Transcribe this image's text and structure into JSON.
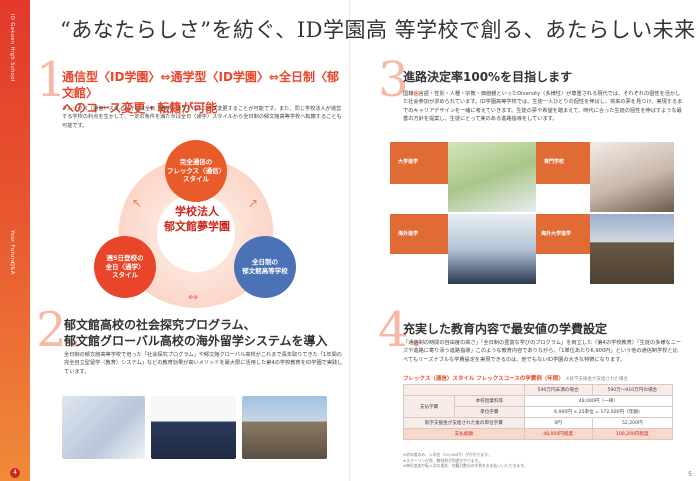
{
  "headline": "“あなたらしさ”を紡ぐ、ID学園高 等学校で創る、あたらしい未来",
  "sidebar": {
    "vertical_1": "ID Gakuen High School",
    "vertical_2": "Your Future",
    "vertical_3": "Q&A"
  },
  "pages": {
    "left_number": "4",
    "right_number": "5"
  },
  "section1": {
    "number": "1.",
    "title_line1": "通信型〈ID学園〉⇔通学型〈ID学園〉⇔全日制〈郁文館〉",
    "title_line2": "へのコース変更・転籍が可能",
    "body": "フレックス〈通信〉スタイルからは全日〈通学〉スタイルへコース変更することが可能です。また、同じ学校法人が運営する学校の利点を生かして、一定の条件を満たせば全日〈通学〉スタイルから全日制の郁文館高等学校へ転籍することも可能です。",
    "diagram": {
      "center_line1": "学校法人",
      "center_line2": "郁文館夢学園",
      "top_circle": "完全通信の\nフレックス〈通信〉\nスタイル",
      "left_circle": "週5日登校の\n全日〈通学〉\nスタイル",
      "right_circle": "全日制の\n郁文館高等学校"
    }
  },
  "section2": {
    "number": "2.",
    "title_line1": "郁文館高校の社会探究プログラム、",
    "title_line2": "郁文館グローバル高校の海外留学システムを導入",
    "body": "全日制の郁文館高等学校で培った「社会探究プログラム」や郁文館グローバル高校がこれまで長年取りてきた「1年間の完全自立型留学〈教育〉システム」などの教育効果が高いメソッドを最大限に活用した第4の学校教育をID学園で実践しています。"
  },
  "section3": {
    "number": "3.",
    "title": "進路決定率100%を目指します",
    "body": "国籍・言語・性別・人種・宗教・価値観といったDiversity〈多様性〉が尊重される現代では、それぞれの個性を活かした社会参加が求められています。ID学園高等学校では、生徒一人ひとりの個性を伸ばし、将来の夢を見つけ、実現するまでのキャリアデザインを一緒に考えていきます。生徒の夢や希望を踏まえて、時代に合った生徒の個性を伸ばすような最善の方針を提案し、生徒にとって実のある進路指導をしています。",
    "labels": [
      "大学進学",
      "専門学校",
      "海外進学",
      "海外大学進学"
    ]
  },
  "section4": {
    "number": "4.",
    "title": "充実した教育内容で最安値の学費設定",
    "body": "「通信制の時間の自由度の高さ」「全日制の豊富な学びのプログラム」を両立した〈第4の学校教育〉「生徒の多様なニーズや進路に寄り添う進路指導」このような教育内容でありながら、「1単位あたり6,900円」という他の通信制学校と比べてもリーズナブルな学費設定を実現できるのは、他でもないID学園の大きな特徴になります。",
    "table_title": "フレックス〈通信〉スタイル フレックスコースの学費例〈年間〉",
    "table_note": "※就学支援金が支給された場合",
    "table": {
      "header": [
        "",
        "",
        "590万円未満の場合",
        "590万〜910万円の場合"
      ],
      "rows": [
        [
          "支払学費",
          "本校授業料等",
          "48,000円〈一律〉",
          ""
        ],
        [
          "",
          "単位学費",
          "6,900円 × 25単位 = 172,500円〈年額〉",
          ""
        ],
        [
          "就学支援金が支給された後の単位学費",
          "",
          "0円",
          "52,200円"
        ],
        [
          "支払総額",
          "",
          "48,000円程度",
          "100,200円程度"
        ]
      ]
    },
    "notes": "※初年度のみ、入学金〈50,000円〉がかかります。\n※スクーリング費、教材費が別途かかります。\n※単位追加や転入学の場合、在籍月数分の学費をお支払いいただきます。"
  }
}
